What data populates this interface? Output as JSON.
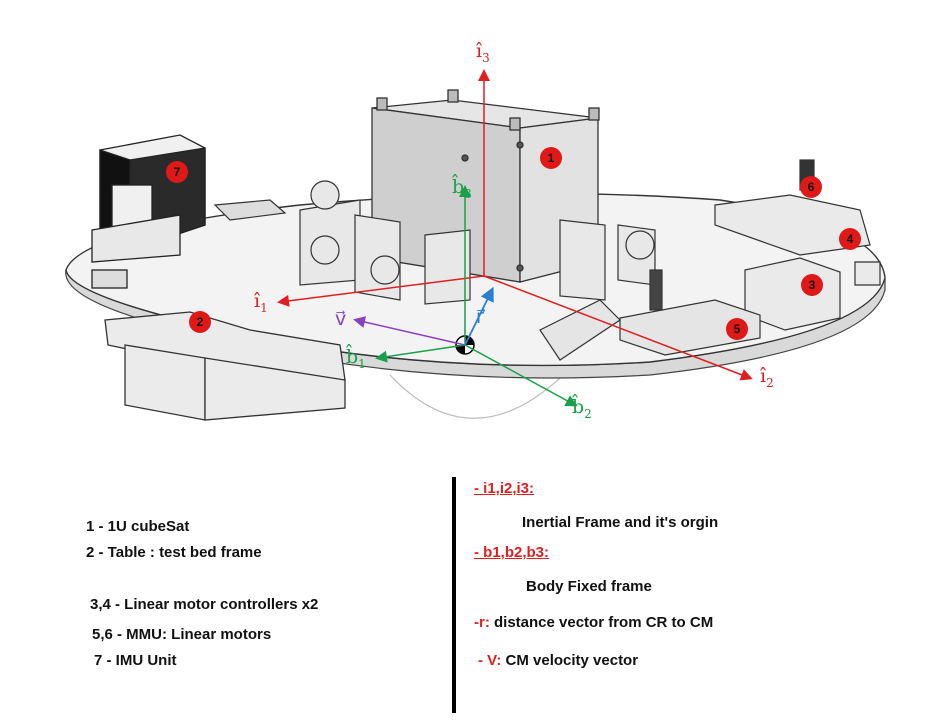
{
  "markers": [
    "1",
    "2",
    "3",
    "4",
    "5",
    "6",
    "7"
  ],
  "axes": {
    "i3": {
      "hat": "î",
      "sub": "3"
    },
    "i1": {
      "hat": "î",
      "sub": "1"
    },
    "i2": {
      "hat": "î",
      "sub": "2"
    },
    "b3": {
      "hat": "b̂",
      "sub": "3"
    },
    "b1": {
      "hat": "b̂",
      "sub": "1"
    },
    "b2": {
      "hat": "b̂",
      "sub": "2"
    },
    "r": "r⃗",
    "v": "v⃗"
  },
  "colors": {
    "inertial": "#e02020",
    "body": "#1aa04a",
    "r": "#2a7fd4",
    "v": "#8a40c0",
    "marker": "#e01818"
  },
  "legend_left": [
    "1 - 1U cubeSat",
    "2 - Table : test bed frame",
    "3,4 - Linear motor controllers x2",
    "5,6 - MMU: Linear motors",
    "7 - IMU Unit"
  ],
  "legend_right": {
    "i_heading": "- i1,i2,i3:",
    "i_desc": "Inertial Frame and it's orgin",
    "b_heading": "- b1,b2,b3:",
    "b_desc": "Body Fixed frame",
    "r_key": "-r:",
    "r_desc": "distance vector from CR to CM",
    "v_key": "- V:",
    "v_desc": "CM velocity vector"
  }
}
